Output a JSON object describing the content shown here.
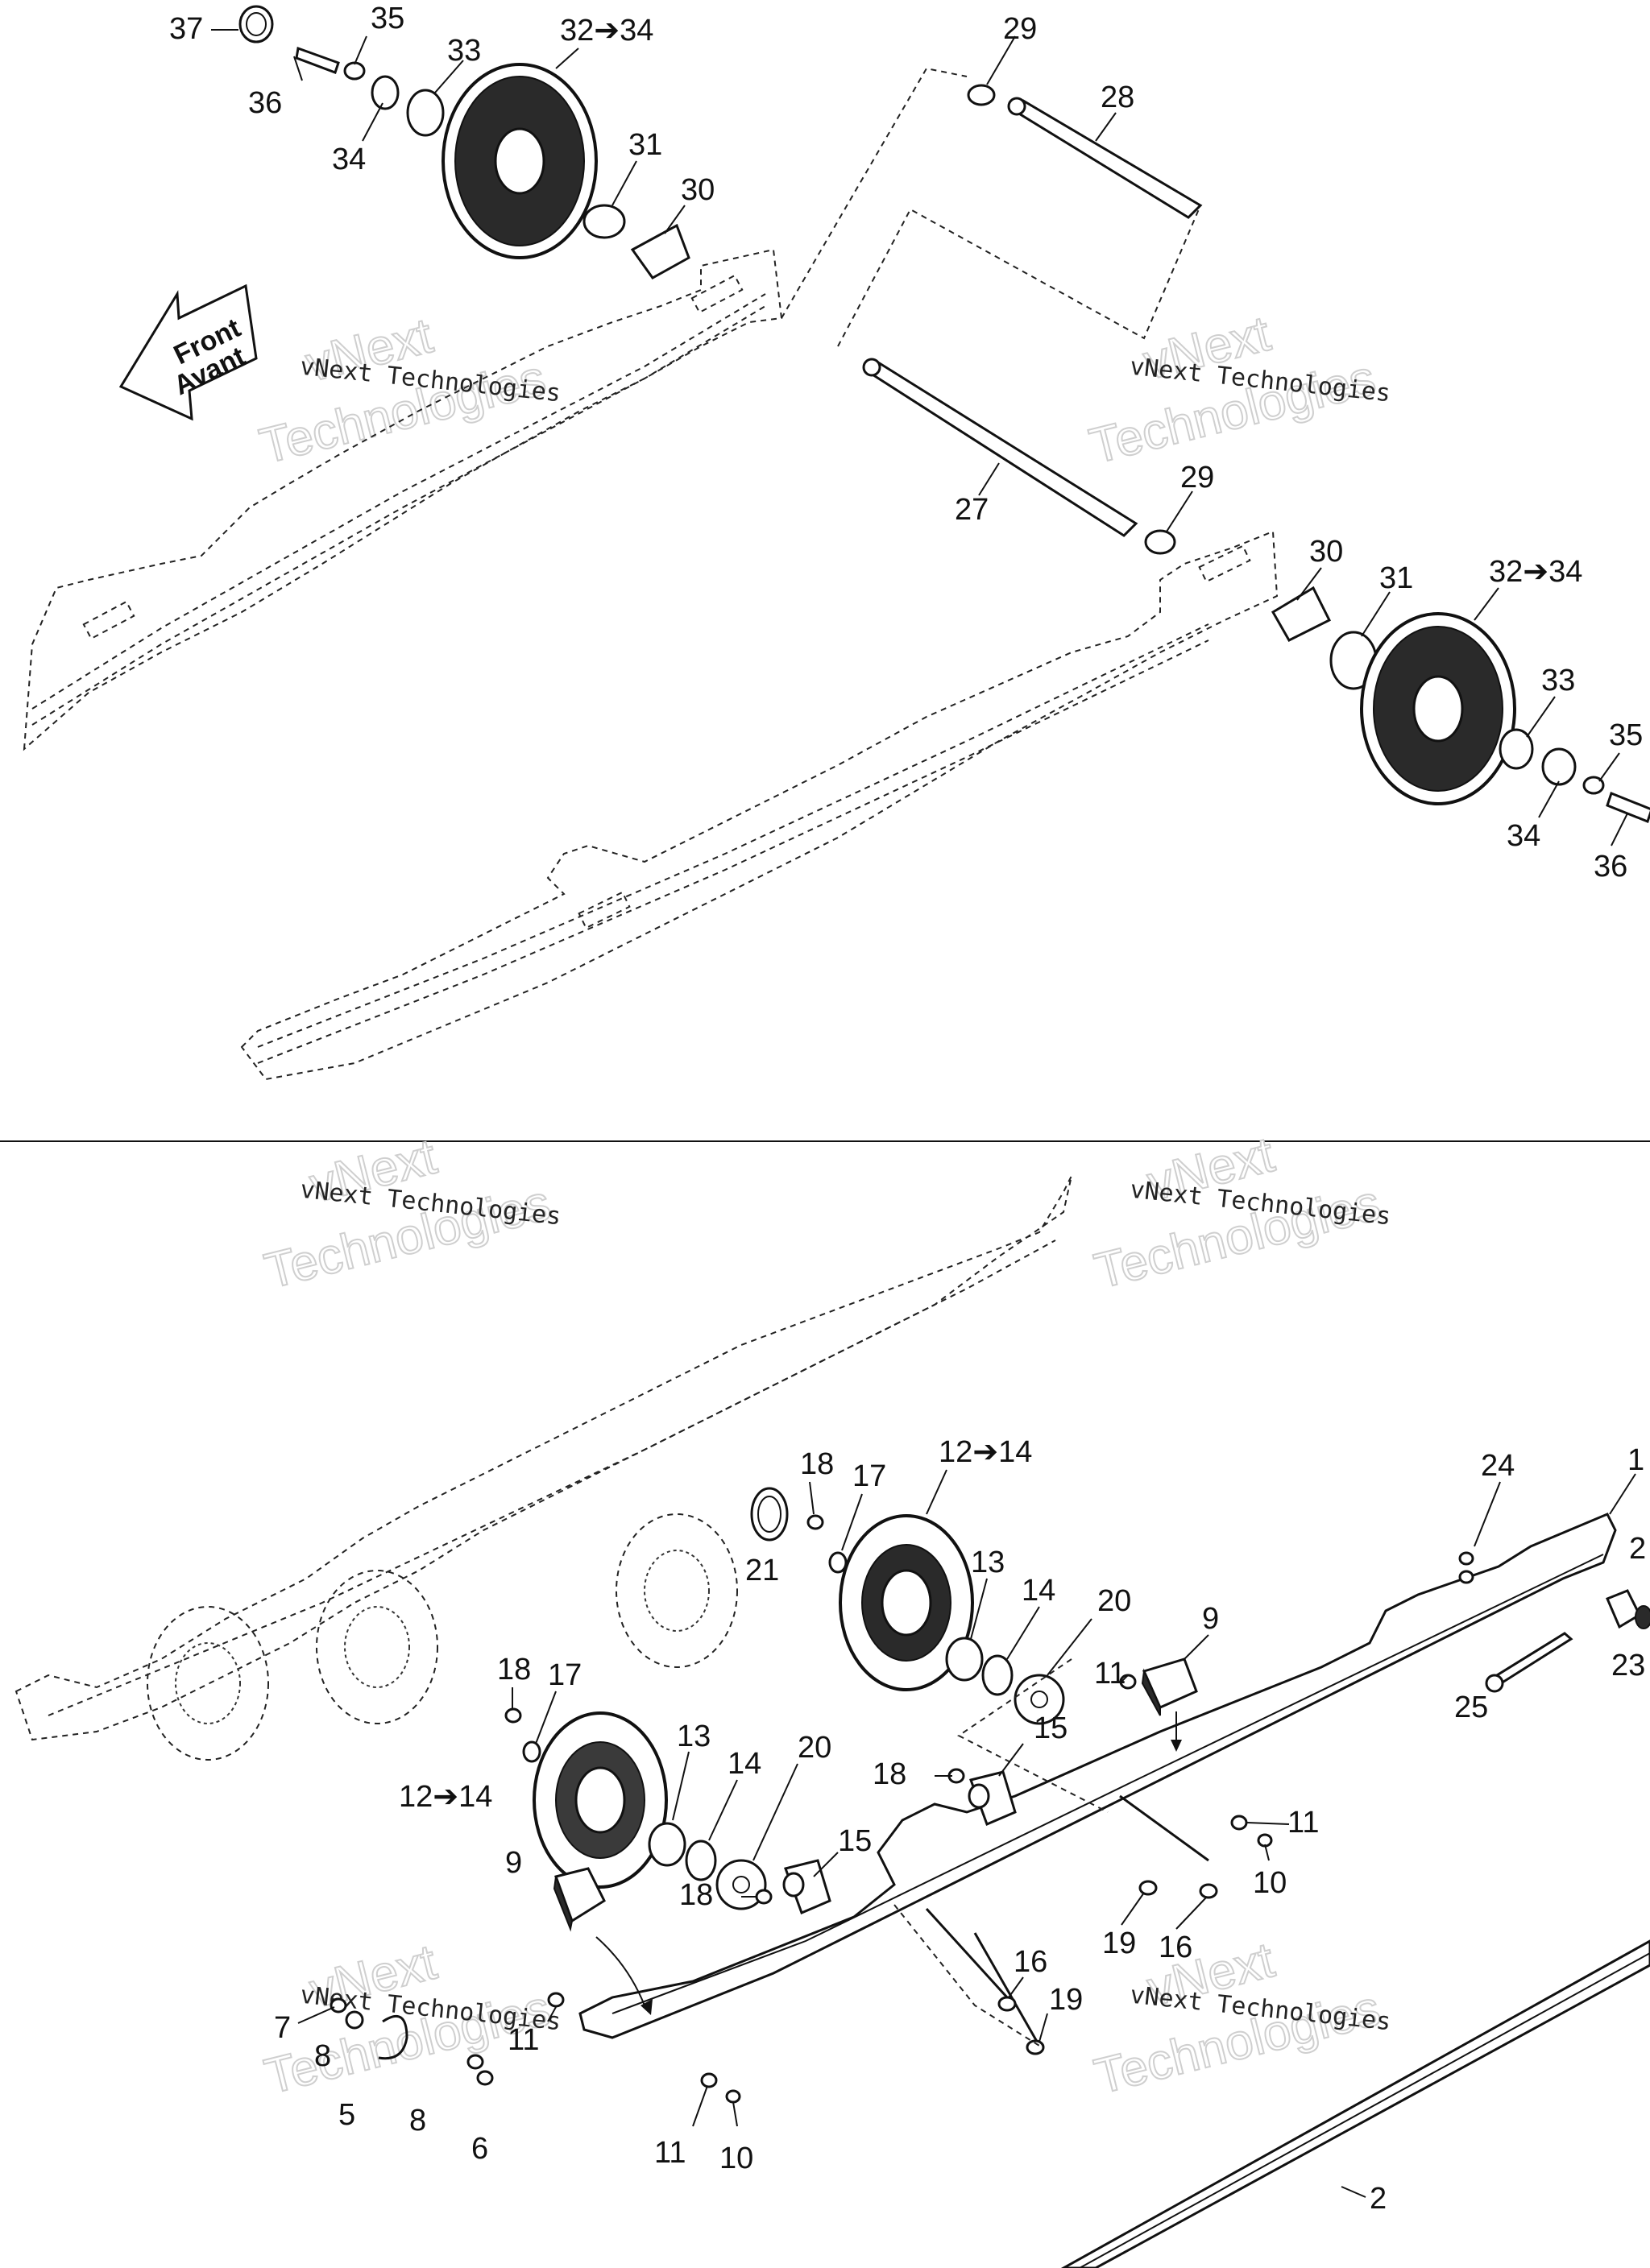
{
  "diagram": {
    "watermark_caption": "vNext Technologies",
    "watermark_big_line1": "vNext",
    "watermark_big_line2": "Technologies",
    "front_arrow_line1": "Front",
    "front_arrow_line2": "Avant",
    "top_callouts": [
      {
        "id": "t37",
        "label": "37"
      },
      {
        "id": "t35",
        "label": "35"
      },
      {
        "id": "t36",
        "label": "36"
      },
      {
        "id": "t33",
        "label": "33"
      },
      {
        "id": "t34",
        "label": "34"
      },
      {
        "id": "t32",
        "label": "32➔34"
      },
      {
        "id": "t31",
        "label": "31"
      },
      {
        "id": "t30",
        "label": "30"
      },
      {
        "id": "t29a",
        "label": "29"
      },
      {
        "id": "t28",
        "label": "28"
      },
      {
        "id": "t27",
        "label": "27"
      },
      {
        "id": "t29b",
        "label": "29"
      },
      {
        "id": "t30b",
        "label": "30"
      },
      {
        "id": "t31b",
        "label": "31"
      },
      {
        "id": "t32b",
        "label": "32➔34"
      },
      {
        "id": "t33b",
        "label": "33"
      },
      {
        "id": "t35b",
        "label": "35"
      },
      {
        "id": "t34b",
        "label": "34"
      },
      {
        "id": "t36b",
        "label": "36"
      }
    ],
    "bottom_callouts": [
      {
        "id": "b1",
        "label": "1"
      },
      {
        "id": "b24",
        "label": "24"
      },
      {
        "id": "b2a",
        "label": "2"
      },
      {
        "id": "b23",
        "label": "23"
      },
      {
        "id": "b25",
        "label": "25"
      },
      {
        "id": "b18a",
        "label": "18"
      },
      {
        "id": "b17a",
        "label": "17"
      },
      {
        "id": "b12a",
        "label": "12➔14"
      },
      {
        "id": "b21",
        "label": "21"
      },
      {
        "id": "b13a",
        "label": "13"
      },
      {
        "id": "b14a",
        "label": "14"
      },
      {
        "id": "b20a",
        "label": "20"
      },
      {
        "id": "b9a",
        "label": "9"
      },
      {
        "id": "b18b",
        "label": "18"
      },
      {
        "id": "b17b",
        "label": "17"
      },
      {
        "id": "b13b",
        "label": "13"
      },
      {
        "id": "b14b",
        "label": "14"
      },
      {
        "id": "b20b",
        "label": "20"
      },
      {
        "id": "b12b",
        "label": "12➔14"
      },
      {
        "id": "b15a",
        "label": "15"
      },
      {
        "id": "b11a",
        "label": "11"
      },
      {
        "id": "b18c",
        "label": "18"
      },
      {
        "id": "b11b",
        "label": "11"
      },
      {
        "id": "b15b",
        "label": "15"
      },
      {
        "id": "b9b",
        "label": "9"
      },
      {
        "id": "b18d",
        "label": "18"
      },
      {
        "id": "b10a",
        "label": "10"
      },
      {
        "id": "b19a",
        "label": "19"
      },
      {
        "id": "b16a",
        "label": "16"
      },
      {
        "id": "b16b",
        "label": "16"
      },
      {
        "id": "b19b",
        "label": "19"
      },
      {
        "id": "b7",
        "label": "7"
      },
      {
        "id": "b8a",
        "label": "8"
      },
      {
        "id": "b11c",
        "label": "11"
      },
      {
        "id": "b5",
        "label": "5"
      },
      {
        "id": "b8b",
        "label": "8"
      },
      {
        "id": "b6",
        "label": "6"
      },
      {
        "id": "b11d",
        "label": "11"
      },
      {
        "id": "b10b",
        "label": "10"
      },
      {
        "id": "b2b",
        "label": "2"
      }
    ]
  }
}
